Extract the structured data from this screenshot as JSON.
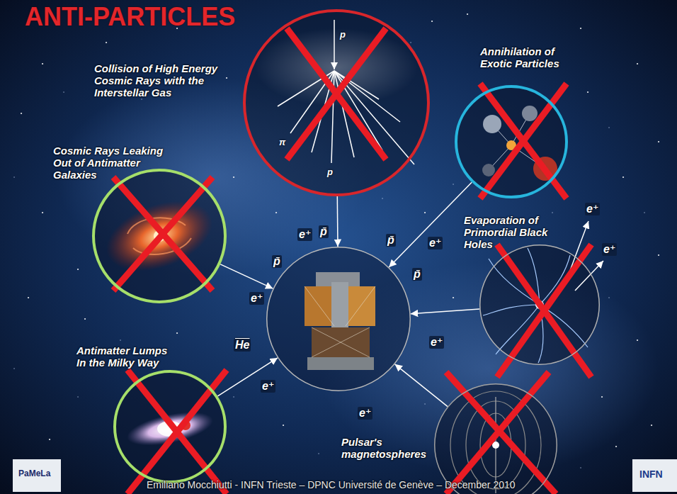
{
  "diagram": {
    "title": "ANTI-PARTICLES",
    "nodes": [
      {
        "text": [
          "Collision of High Energy Cosmic Rays with the Interstellar Gas"
        ]
      },
      {
        "text": [
          "Annihilation of Exotic Particles"
        ]
      },
      {
        "text": [
          "Cosmic Rays Leaking Out of Antimatter Galaxies"
        ]
      },
      {
        "text": []
      },
      {
        "text": [
          "Evaporation of Primordial Black Holes"
        ]
      },
      {
        "text": [
          "Antimatter Lumps In the Milky Way"
        ]
      },
      {
        "text": [
          "Pulsar's magnetospheres"
        ]
      }
    ],
    "edges": [
      {
        "from": 0,
        "to": 3,
        "arrow": "to"
      },
      {
        "from": 1,
        "to": 3,
        "arrow": "to"
      },
      {
        "from": 2,
        "to": 3,
        "arrow": "to"
      },
      {
        "from": 4,
        "to": 3,
        "arrow": "to"
      },
      {
        "from": 5,
        "to": 3,
        "arrow": "to"
      },
      {
        "from": 6,
        "to": 3,
        "arrow": "to"
      }
    ],
    "labels": [
      "p",
      "π",
      "p",
      "e⁺",
      "p̄",
      "p̄",
      "e⁺",
      "He",
      "e⁺",
      "p̄",
      "e⁺",
      "p̄",
      "e⁺",
      "e⁺",
      "e⁺",
      "e⁺",
      "Emiliano Mocchiutti - INFN Trieste – DPNC Université de Genève – December 2010",
      "PaMeLa",
      "INFN"
    ]
  }
}
